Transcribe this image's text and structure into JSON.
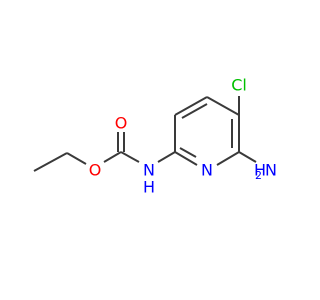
{
  "molecule": {
    "atoms": {
      "oxygen_carbonyl": "O",
      "oxygen_ester": "O",
      "nh_carbamate_n": "N",
      "nh_carbamate_h": "H",
      "ring_nitrogen": "N",
      "chlorine": "Cl",
      "amino_n": "N",
      "amino_h": "H",
      "amino_sub": "2"
    },
    "colors": {
      "bond": "#3a3a3a",
      "oxygen": "#ff0000",
      "nitrogen": "#0000ff",
      "chlorine": "#00c000"
    }
  }
}
